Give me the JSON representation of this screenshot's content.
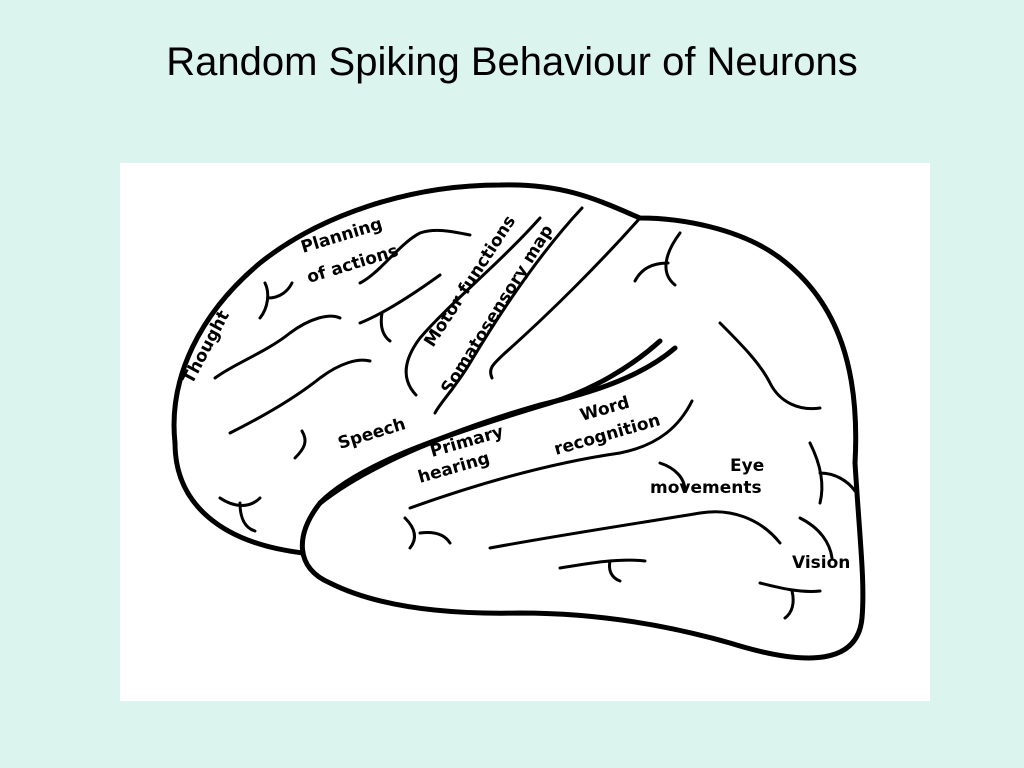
{
  "slide": {
    "title": "Random Spiking Behaviour of Neurons"
  },
  "diagram": {
    "labels": {
      "thought": "Thought",
      "planning": "Planning",
      "of_actions": "of actions",
      "motor": "Motor functions",
      "somatosensory": "Somatosensory map",
      "speech": "Speech",
      "primary": "Primary",
      "hearing": "hearing",
      "word": "Word",
      "recognition": "recognition",
      "eye": "Eye",
      "movements": "movements",
      "vision": "Vision"
    }
  },
  "colors": {
    "background": "#dbf4ee",
    "panel": "#ffffff",
    "ink": "#000000"
  }
}
